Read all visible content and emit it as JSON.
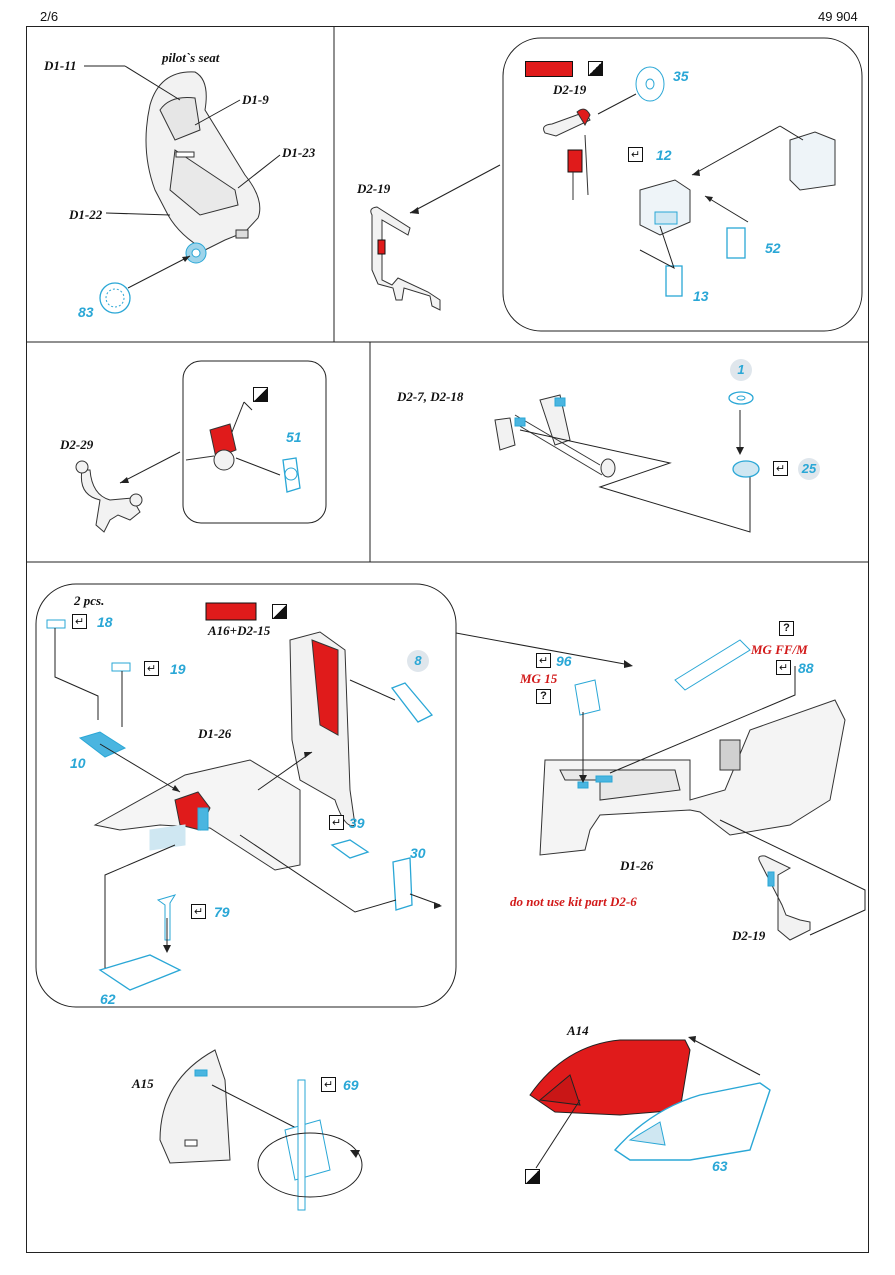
{
  "header": {
    "page": "2/6",
    "code": "49 904"
  },
  "panel_seat": {
    "labels": {
      "d1_11": "D1-11",
      "title": "pilot`s seat",
      "d1_9": "D1-9",
      "d1_23": "D1-23",
      "d1_22": "D1-22"
    },
    "part": "83"
  },
  "panel_stick": {
    "labels": {
      "d2_19_a": "D2-19",
      "d2_19_b": "D2-19"
    },
    "parts": {
      "p35": "35",
      "p12": "12",
      "p52": "52",
      "p13": "13"
    },
    "check": "↵"
  },
  "panel_handle": {
    "label": "D2-29",
    "part": "51"
  },
  "panel_pedals": {
    "label": "D2-7, D2-18",
    "parts": {
      "p1": "1",
      "p25": "25"
    },
    "check": "↵"
  },
  "panel_cockpit": {
    "labels": {
      "two_pcs": "2 pcs.",
      "a16_d2_15": "A16+D2-15",
      "d1_26_a": "D1-26",
      "d1_26_b": "D1-26",
      "d2_19": "D2-19",
      "mg15": "MG 15",
      "mgff": "MG FF/M"
    },
    "parts": {
      "p18": "18",
      "p19": "19",
      "p8": "8",
      "p10": "10",
      "p39": "39",
      "p30": "30",
      "p79": "79",
      "p62": "62",
      "p96": "96",
      "p88": "88"
    },
    "note": "do not use kit part D2-6",
    "check": "↵",
    "question": "?"
  },
  "panel_sides": {
    "labels": {
      "a15": "A15",
      "a14": "A14"
    },
    "parts": {
      "p69": "69",
      "p63": "63"
    },
    "check": "↵"
  },
  "colors": {
    "photoetch": "#2aa7d6",
    "paint_red": "#e01b1b",
    "text_red": "#d21a1a",
    "outline": "#222222"
  }
}
